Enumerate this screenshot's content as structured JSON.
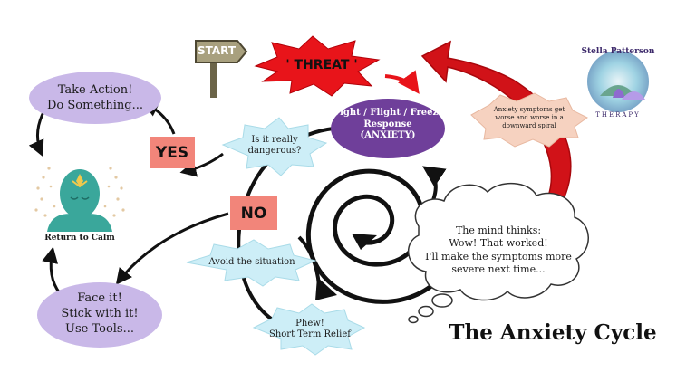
{
  "title": "The Anxiety Cycle",
  "start_sign": "START",
  "threat": "' THREAT '",
  "fight_response": [
    "Fight / Flight / Freeze",
    "Response",
    "(ANXIETY)"
  ],
  "is_dangerous": [
    "Is it really",
    "dangerous?"
  ],
  "yes": "YES",
  "no": "NO",
  "take_action": [
    "Take Action!",
    "Do Something..."
  ],
  "return_to_calm": "Return to Calm",
  "face_it": [
    "Face it!",
    "Stick with it!",
    "Use Tools..."
  ],
  "avoid": "Avoid the situation",
  "relief": [
    "Phew!",
    "Short Term Relief"
  ],
  "mind_thinks": [
    "The mind thinks:",
    "Wow! That worked!",
    "I'll make the symptoms more",
    "severe next time..."
  ],
  "spiral_note": [
    "Anxiety symptoms get",
    "worse and worse in a",
    "downward spiral"
  ],
  "logo": {
    "name": "Stella Patterson",
    "sub": "THERAPY"
  },
  "colors": {
    "lavender": "#c9b8e8",
    "purple": "#6f3f9a",
    "salmon": "#f2857a",
    "red": "#e8141a",
    "dark_red": "#a9070c",
    "light_blue": "#cdeef7",
    "peach": "#f6d2c0",
    "teal": "#3aa79b",
    "sign_wood": "#a8a07e"
  }
}
